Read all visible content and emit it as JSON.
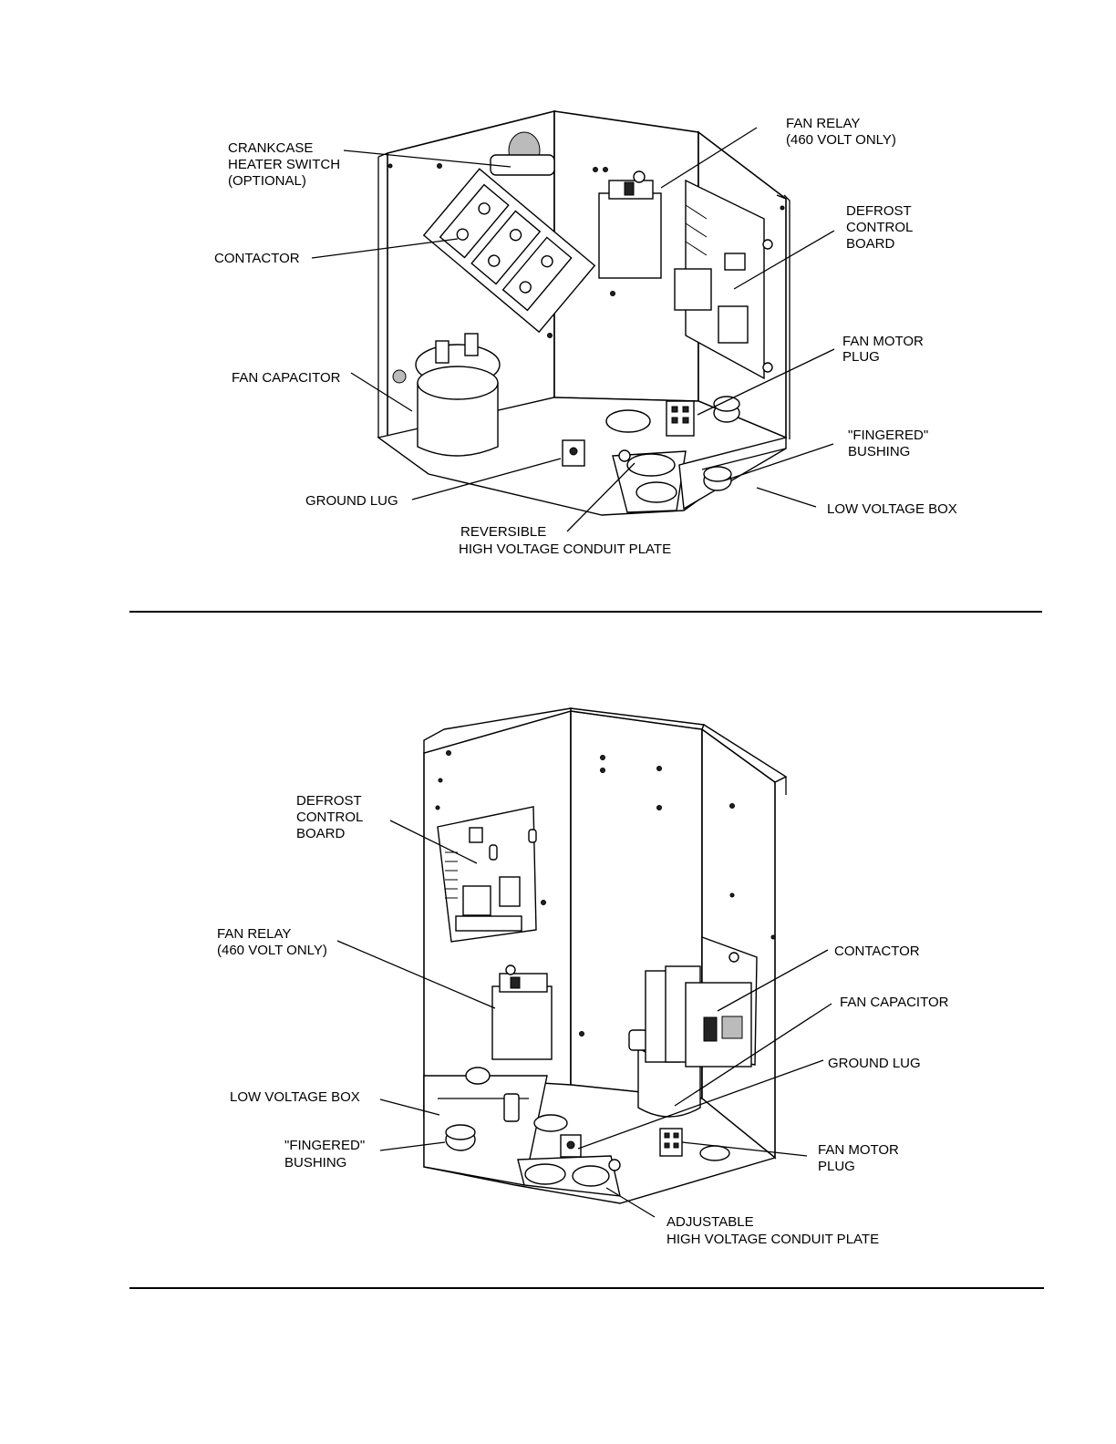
{
  "figure_top": {
    "labels": {
      "crankcase_heater_switch": [
        "CRANKCASE",
        "HEATER SWITCH",
        "(OPTIONAL)"
      ],
      "contactor": [
        "CONTACTOR"
      ],
      "fan_capacitor": [
        "FAN CAPACITOR"
      ],
      "ground_lug": [
        "GROUND LUG"
      ],
      "conduit_plate": [
        "REVERSIBLE",
        "HIGH VOLTAGE CONDUIT PLATE"
      ],
      "fan_relay": [
        "FAN  RELAY",
        "(460 VOLT ONLY)"
      ],
      "defrost_control_board": [
        "DEFROST",
        "CONTROL",
        "BOARD"
      ],
      "fan_motor_plug": [
        "FAN MOTOR",
        "PLUG"
      ],
      "fingered_bushing": [
        "\"FINGERED\"",
        "BUSHING"
      ],
      "low_voltage_box": [
        "LOW VOLTAGE BOX"
      ]
    }
  },
  "figure_bottom": {
    "labels": {
      "defrost_control_board": [
        "DEFROST",
        "CONTROL",
        "BOARD"
      ],
      "fan_relay": [
        "FAN  RELAY",
        "(460 VOLT ONLY)"
      ],
      "low_voltage_box": [
        "LOW VOLTAGE BOX"
      ],
      "fingered_bushing": [
        "\"FINGERED\"",
        "BUSHING"
      ],
      "contactor": [
        "CONTACTOR"
      ],
      "fan_capacitor": [
        "FAN CAPACITOR"
      ],
      "ground_lug": [
        "GROUND LUG"
      ],
      "fan_motor_plug": [
        "FAN MOTOR",
        "PLUG"
      ],
      "conduit_plate": [
        "ADJUSTABLE",
        "HIGH VOLTAGE CONDUIT PLATE"
      ]
    }
  }
}
